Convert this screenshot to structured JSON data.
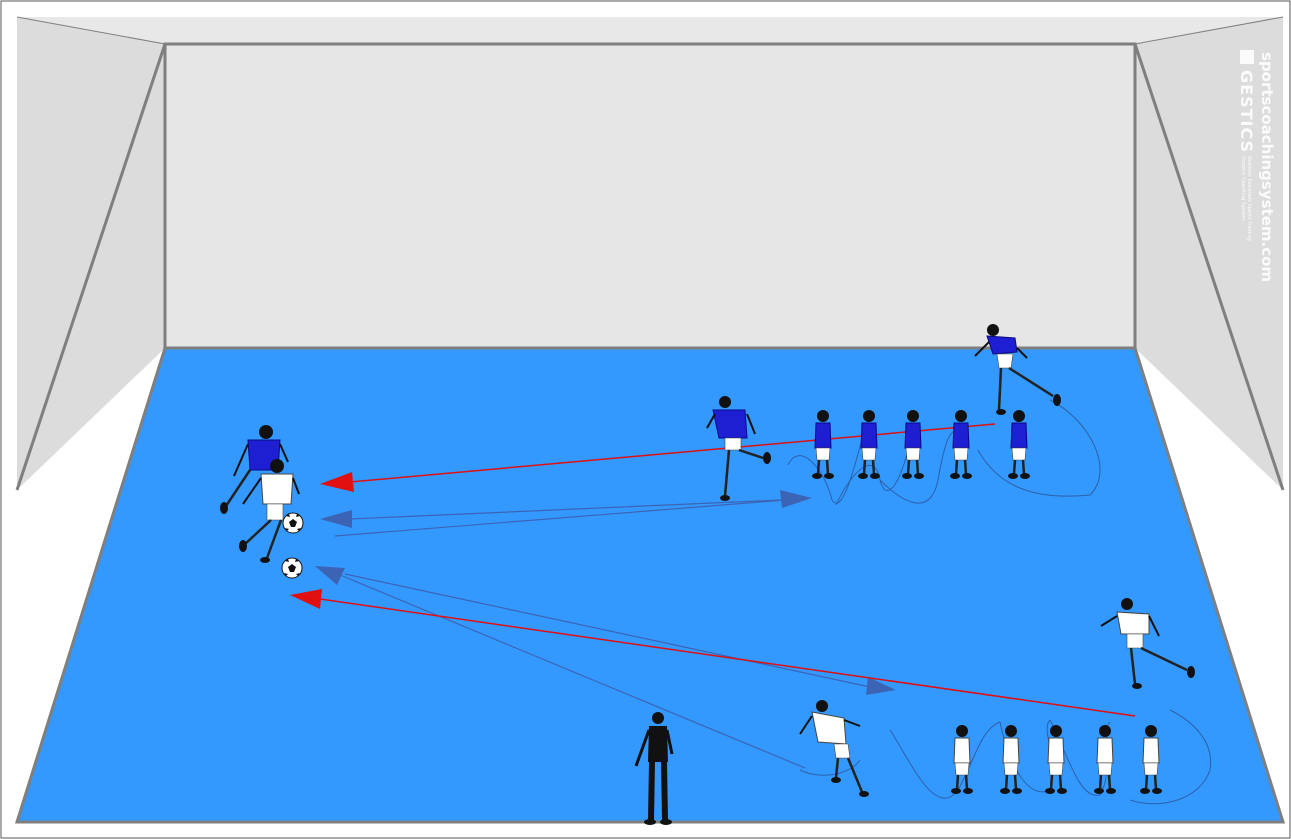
{
  "watermark": {
    "url": "sportscoachingsystem.com",
    "brand": "GESTICS",
    "tagline_1": "Realistic Exercises Sports Training",
    "tagline_2": "Graphic Coaching System"
  },
  "colors": {
    "floor": "#3399ff",
    "walls": "#e6e6e6",
    "wall_edges": "#7f7f7f",
    "team_blue_shirt": "#1e1ed2",
    "team_white_shirt": "#ffffff",
    "pass_arrow": "#e01010",
    "run_arrow": "#3c64b4"
  },
  "icons": {
    "watermark_logo": "gestics-logo-icon"
  },
  "teams": [
    {
      "name": "blue",
      "queue_size": 5,
      "active_players": 3
    },
    {
      "name": "white",
      "queue_size": 5,
      "active_players": 3
    }
  ],
  "balls": 2,
  "coach": 1
}
